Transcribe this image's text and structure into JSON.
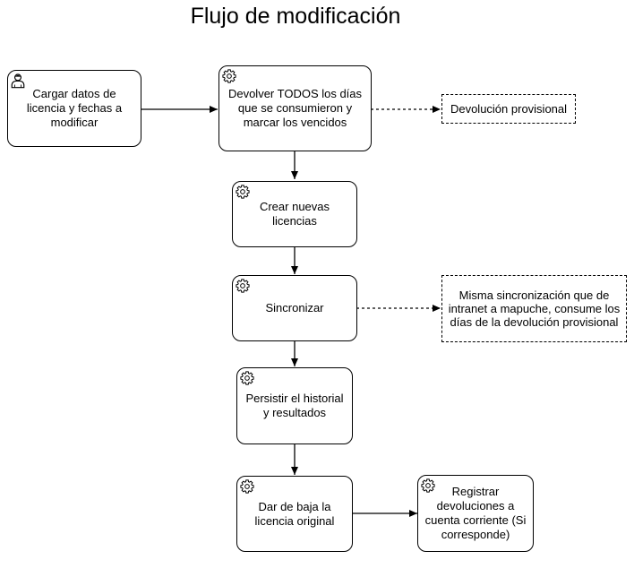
{
  "diagram": {
    "title": "Flujo de modificación",
    "nodes": [
      {
        "id": "cargar",
        "type": "user-task",
        "icon": "user-icon",
        "text": "Cargar datos de licencia y fechas a modificar"
      },
      {
        "id": "devolver",
        "type": "service-task",
        "icon": "gear-icon",
        "text": "Devolver TODOS los días que se consumieron y marcar los vencidos"
      },
      {
        "id": "crear",
        "type": "service-task",
        "icon": "gear-icon",
        "text": "Crear nuevas licencias"
      },
      {
        "id": "sincronizar",
        "type": "service-task",
        "icon": "gear-icon",
        "text": "Sincronizar"
      },
      {
        "id": "persistir",
        "type": "service-task",
        "icon": "gear-icon",
        "text": "Persistir el historial y resultados"
      },
      {
        "id": "baja",
        "type": "service-task",
        "icon": "gear-icon",
        "text": "Dar de baja la licencia original"
      },
      {
        "id": "registrar",
        "type": "service-task",
        "icon": "gear-icon",
        "text": "Registrar devoluciones a cuenta corriente (Si corresponde)"
      }
    ],
    "annotations": [
      {
        "id": "devprov",
        "text": "Devolución provisional",
        "attached_to": "devolver"
      },
      {
        "id": "misma",
        "text": "Misma sincronización que de intranet a mapuche, consume los días de la devolución provisional",
        "attached_to": "sincronizar"
      }
    ],
    "edges": [
      {
        "from": "cargar",
        "to": "devolver",
        "style": "solid"
      },
      {
        "from": "devolver",
        "to": "crear",
        "style": "solid"
      },
      {
        "from": "crear",
        "to": "sincronizar",
        "style": "solid"
      },
      {
        "from": "sincronizar",
        "to": "persistir",
        "style": "solid"
      },
      {
        "from": "persistir",
        "to": "baja",
        "style": "solid"
      },
      {
        "from": "baja",
        "to": "registrar",
        "style": "solid"
      },
      {
        "from": "devolver",
        "to": "devprov",
        "style": "dashed"
      },
      {
        "from": "sincronizar",
        "to": "misma",
        "style": "dashed"
      }
    ]
  }
}
